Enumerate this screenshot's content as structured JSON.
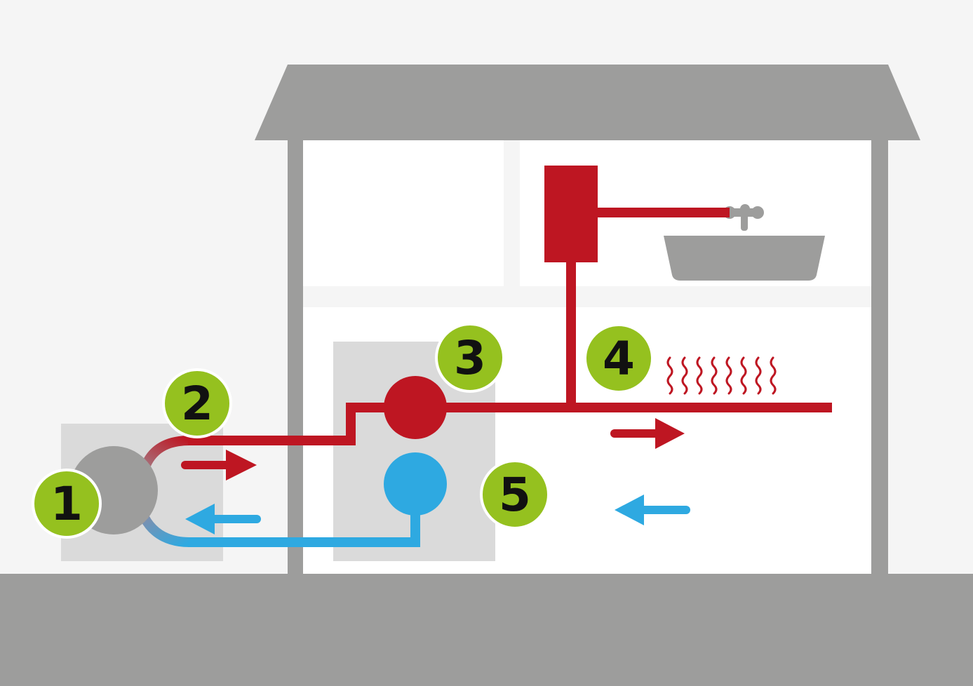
{
  "colors": {
    "background": "#f5f5f5",
    "structure": "#9d9d9c",
    "room": "#ffffff",
    "equipment_panel": "#dadada",
    "hot": "#be1622",
    "cold": "#2ea9e1",
    "marker": "#95c11f",
    "marker_outline": "#ffffff",
    "marker_text": "#111111"
  },
  "markers": [
    {
      "id": "1",
      "label": "1"
    },
    {
      "id": "2",
      "label": "2"
    },
    {
      "id": "3",
      "label": "3"
    },
    {
      "id": "4",
      "label": "4"
    },
    {
      "id": "5",
      "label": "5"
    }
  ],
  "icons": {
    "outdoor_unit": "heat-pump-outdoor-unit-icon",
    "indoor_unit": "heat-pump-indoor-unit-icon",
    "hot_node": "hot-water-node-icon",
    "cold_node": "cold-water-node-icon",
    "boiler": "water-heater-icon",
    "faucet": "faucet-icon",
    "sink": "sink-icon",
    "heat_waves": "radiant-heat-icon",
    "arrows": [
      "flow-right-arrow-icon",
      "flow-left-arrow-icon"
    ]
  }
}
